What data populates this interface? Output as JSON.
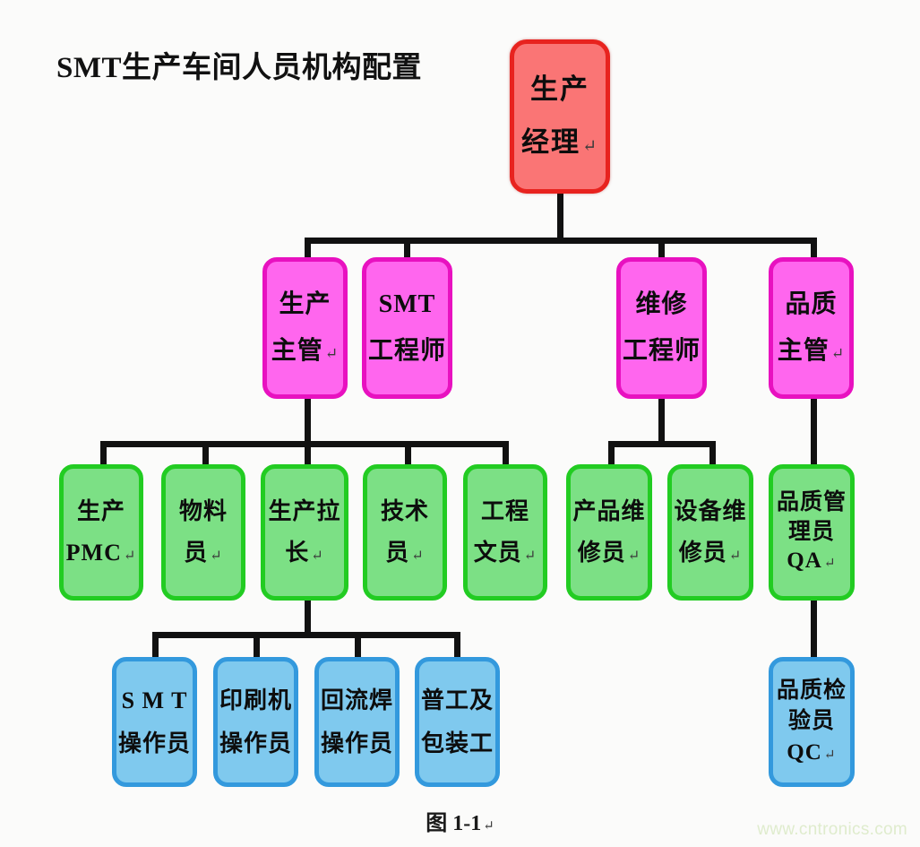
{
  "title": "SMT生产车间人员机构配置",
  "caption": "图 1-1",
  "watermark": "www.cntronics.com",
  "pilcrow": "↵",
  "colors": {
    "root_fill": "#FA7575",
    "root_border": "#E8231F",
    "manager_fill": "#FF66EE",
    "manager_border": "#E811C0",
    "staff_fill": "#7CE085",
    "staff_border": "#22CC22",
    "operator_fill": "#7FC9EE",
    "operator_border": "#3399DD",
    "line": "#111111",
    "watermark": "#DFECCD",
    "background": "#FBFBFA"
  },
  "chart_data": {
    "type": "diagram",
    "diagram_type": "organization-chart",
    "title": "SMT生产车间人员机构配置",
    "caption": "图 1-1",
    "levels": 4,
    "nodes": [
      {
        "id": "n1",
        "label": "生产经理",
        "lines": [
          "生产",
          "经理"
        ],
        "level": 1,
        "color": "#FA7575",
        "parent": null
      },
      {
        "id": "n2",
        "label": "生产主管",
        "lines": [
          "生产",
          "主管"
        ],
        "level": 2,
        "color": "#FF66EE",
        "parent": "n1"
      },
      {
        "id": "n3",
        "label": "SMT工程师",
        "lines": [
          "SMT",
          "工程师"
        ],
        "level": 2,
        "color": "#FF66EE",
        "parent": "n1"
      },
      {
        "id": "n4",
        "label": "维修工程师",
        "lines": [
          "维修",
          "工程师"
        ],
        "level": 2,
        "color": "#FF66EE",
        "parent": "n1"
      },
      {
        "id": "n5",
        "label": "品质主管",
        "lines": [
          "品质",
          "主管"
        ],
        "level": 2,
        "color": "#FF66EE",
        "parent": "n1"
      },
      {
        "id": "n6",
        "label": "生产PMC",
        "lines": [
          "生产",
          "PMC"
        ],
        "level": 3,
        "color": "#7CE085",
        "parent": "n2"
      },
      {
        "id": "n7",
        "label": "物料员",
        "lines": [
          "物料",
          "员"
        ],
        "level": 3,
        "color": "#7CE085",
        "parent": "n2"
      },
      {
        "id": "n8",
        "label": "生产拉长",
        "lines": [
          "生产拉",
          "长"
        ],
        "level": 3,
        "color": "#7CE085",
        "parent": "n2"
      },
      {
        "id": "n9",
        "label": "技术员",
        "lines": [
          "技术",
          "员"
        ],
        "level": 3,
        "color": "#7CE085",
        "parent": "n2"
      },
      {
        "id": "n10",
        "label": "工程文员",
        "lines": [
          "工程",
          "文员"
        ],
        "level": 3,
        "color": "#7CE085",
        "parent": "n2"
      },
      {
        "id": "n11",
        "label": "产品维修员",
        "lines": [
          "产品维",
          "修员"
        ],
        "level": 3,
        "color": "#7CE085",
        "parent": "n4"
      },
      {
        "id": "n12",
        "label": "设备维修员",
        "lines": [
          "设备维",
          "修员"
        ],
        "level": 3,
        "color": "#7CE085",
        "parent": "n4"
      },
      {
        "id": "n13",
        "label": "品质管理员QA",
        "lines": [
          "品质管",
          "理员",
          "QA"
        ],
        "level": 3,
        "color": "#7CE085",
        "parent": "n5"
      },
      {
        "id": "n14",
        "label": "SMT操作员",
        "lines": [
          "S M T",
          "操作员"
        ],
        "level": 4,
        "color": "#7FC9EE",
        "parent": "n8"
      },
      {
        "id": "n15",
        "label": "印刷机操作员",
        "lines": [
          "印刷机",
          "操作员"
        ],
        "level": 4,
        "color": "#7FC9EE",
        "parent": "n8"
      },
      {
        "id": "n16",
        "label": "回流焊操作员",
        "lines": [
          "回流焊",
          "操作员"
        ],
        "level": 4,
        "color": "#7FC9EE",
        "parent": "n8"
      },
      {
        "id": "n17",
        "label": "普工及包装工",
        "lines": [
          "普工及",
          "包装工"
        ],
        "level": 4,
        "color": "#7FC9EE",
        "parent": "n8"
      },
      {
        "id": "n18",
        "label": "品质检验员QC",
        "lines": [
          "品质检",
          "验员",
          "QC"
        ],
        "level": 4,
        "color": "#7FC9EE",
        "parent": "n13"
      }
    ]
  }
}
